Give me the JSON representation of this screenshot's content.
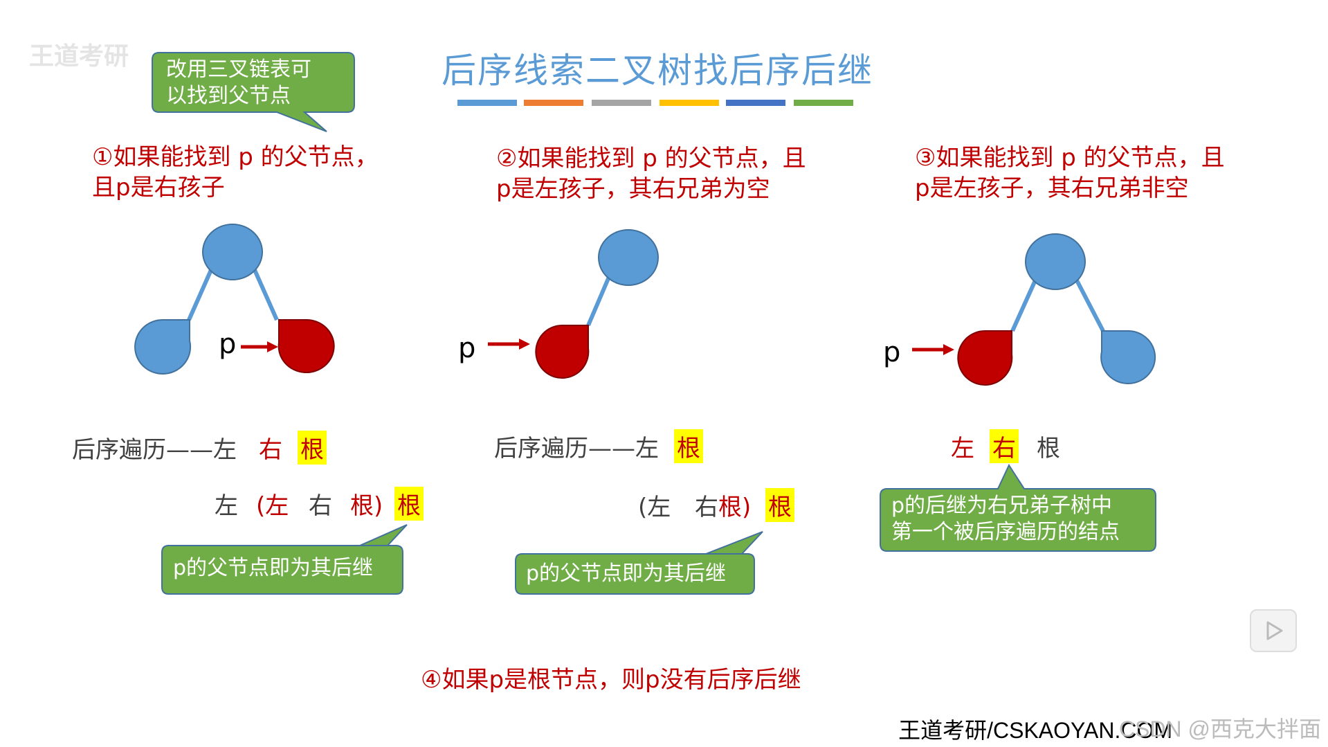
{
  "title": "后序线索二叉树找后序后继",
  "watermark_logo": "王道考研",
  "callouts": {
    "top": [
      "改用三叉链表可",
      "以找到父节点"
    ],
    "c1": "p的父节点即为其后继",
    "c2": "p的父节点即为其后继",
    "c3": [
      "p的后继为右兄弟子树中",
      "第一个被后序遍历的结点"
    ]
  },
  "cases": {
    "c1": [
      "①如果能找到 p 的父节点，",
      "且p是右孩子"
    ],
    "c2": [
      "②如果能找到 p 的父节点，且",
      "p是左孩子，其右兄弟为空"
    ],
    "c3": [
      "③如果能找到 p 的父节点，且",
      "p是左孩子，其右兄弟非空"
    ],
    "c4": "④如果p是根节点，则p没有后序后继"
  },
  "pointer_label": "p",
  "traversal": {
    "c1_line1": [
      "后序遍历——左",
      "右",
      "根"
    ],
    "c1_line2": [
      "左",
      "(左",
      "右",
      "根)",
      "根"
    ],
    "c2_line1": [
      "后序遍历——左",
      "根"
    ],
    "c2_line2": [
      "(左",
      "右",
      "根)",
      "根"
    ],
    "c3_line1": [
      "左",
      "右",
      "根"
    ]
  },
  "footer": "王道考研/CSKAOYAN.COM",
  "watermark": "CSDN @西克大拌面",
  "colors": {
    "title": "#5b9bd5",
    "node_blue": "#5b9bd5",
    "node_red": "#c00000",
    "callout_green": "#70ad47",
    "callout_border": "#41719c",
    "case_text": "#c00000",
    "highlight": "#ffff00",
    "bars": [
      "#5b9bd5",
      "#ed7d31",
      "#a5a5a5",
      "#ffc000",
      "#4472c4",
      "#70ad47"
    ]
  },
  "icons": [
    "play-icon",
    "arrow-right-icon"
  ]
}
